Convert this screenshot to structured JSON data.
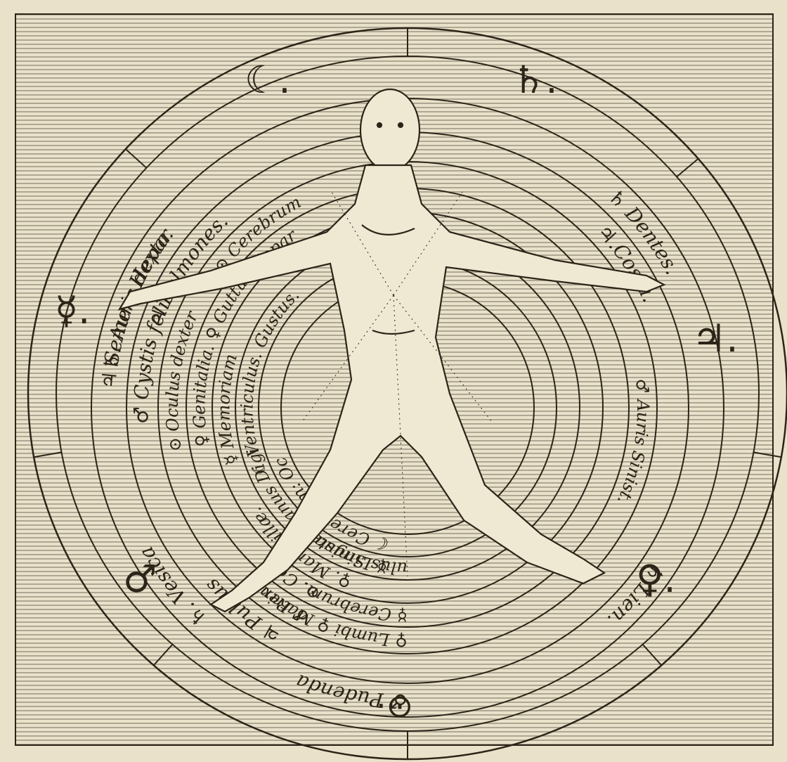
{
  "plate": {
    "palette": {
      "paper": "#e9e1c9",
      "ink": "#2c2418",
      "hatch": "#6f6a5c",
      "shade": "#dcd3b8"
    },
    "outer_planets": [
      {
        "id": "moon",
        "text": "☾."
      },
      {
        "id": "saturn",
        "text": "♄."
      },
      {
        "id": "jupiter",
        "text": "♃."
      },
      {
        "id": "venus",
        "text": "♀."
      },
      {
        "id": "sun",
        "text": "·⊙"
      },
      {
        "id": "mars",
        "text": "♂"
      },
      {
        "id": "mercury",
        "text": "☿."
      }
    ],
    "ring_labels": [
      {
        "id": "dentes",
        "text": "♄ Dentes.",
        "ring": 1,
        "at": 12
      },
      {
        "id": "lien",
        "text": "♄.Lien.",
        "ring": 1,
        "at": 34
      },
      {
        "id": "costa",
        "text": "♃.Costa.",
        "ring": 2,
        "at": 13
      },
      {
        "id": "auris-sinist",
        "text": "♂ Auris Sinist.",
        "ring": 3,
        "at": 23
      },
      {
        "id": "auris-dexta",
        "text": "♄. Auris dexta.",
        "ring": 1,
        "at": 77
      },
      {
        "id": "pulmones",
        "text": "♃ Pulmones.",
        "ring": 2,
        "at": 80
      },
      {
        "id": "cerebrum",
        "text": "⊙ Cerebrum",
        "ring": 3,
        "at": 85
      },
      {
        "id": "vesica",
        "text": "♄. Vesica",
        "ring": 1,
        "at": 62
      },
      {
        "id": "pulsus",
        "text": "♃ Pulsus",
        "ring": 2,
        "at": 58
      },
      {
        "id": "renes",
        "text": "♂ Renes",
        "ring": 3,
        "at": 57
      },
      {
        "id": "cor",
        "text": "⊙. Cor",
        "ring": 4,
        "at": 57
      },
      {
        "id": "mammilla",
        "text": "♀. Mammillæ.",
        "ring": 5,
        "at": 55
      },
      {
        "id": "lingua-manus",
        "text": "☿ Lingua: Manus Digi",
        "ring": 6,
        "at": 52
      },
      {
        "id": "cerebrum-oculus",
        "text": "☾ Cerebrum: Oc",
        "ring": 7,
        "at": 52
      },
      {
        "id": "semen-hepar",
        "text": "♃ Semen. Hepar",
        "ring": 1,
        "at": 76
      },
      {
        "id": "cystis-fellis",
        "text": "♂ Cystis felis",
        "ring": 2,
        "at": 74
      },
      {
        "id": "oculus-dexter",
        "text": "⊙ Oculus dexter",
        "ring": 3,
        "at": 72
      },
      {
        "id": "genitalia-guttur",
        "text": "♀ Genitalia. ♀ Guttur Hepar",
        "ring": 4,
        "at": 72
      },
      {
        "id": "memoriam",
        "text": "☿ Memoriam",
        "ring": 5,
        "at": 70
      },
      {
        "id": "ventriculus-gustus",
        "text": "☾ Ventriculus. Gustus.",
        "ring": 6,
        "at": 68
      },
      {
        "id": "pudenda",
        "text": "♂ Pudenda",
        "ring": 1,
        "at": 50
      },
      {
        "id": "lumbi-matrix",
        "text": "♀ Lumbi ♀ Matrix",
        "ring": 3,
        "at": 50
      },
      {
        "id": "cerebrum-lower",
        "text": "☿ Cerebrum.",
        "ring": 4,
        "at": 50
      },
      {
        "id": "oculus-sinister",
        "text": "ulus Sinister",
        "ring": 6,
        "at": 50
      }
    ]
  }
}
